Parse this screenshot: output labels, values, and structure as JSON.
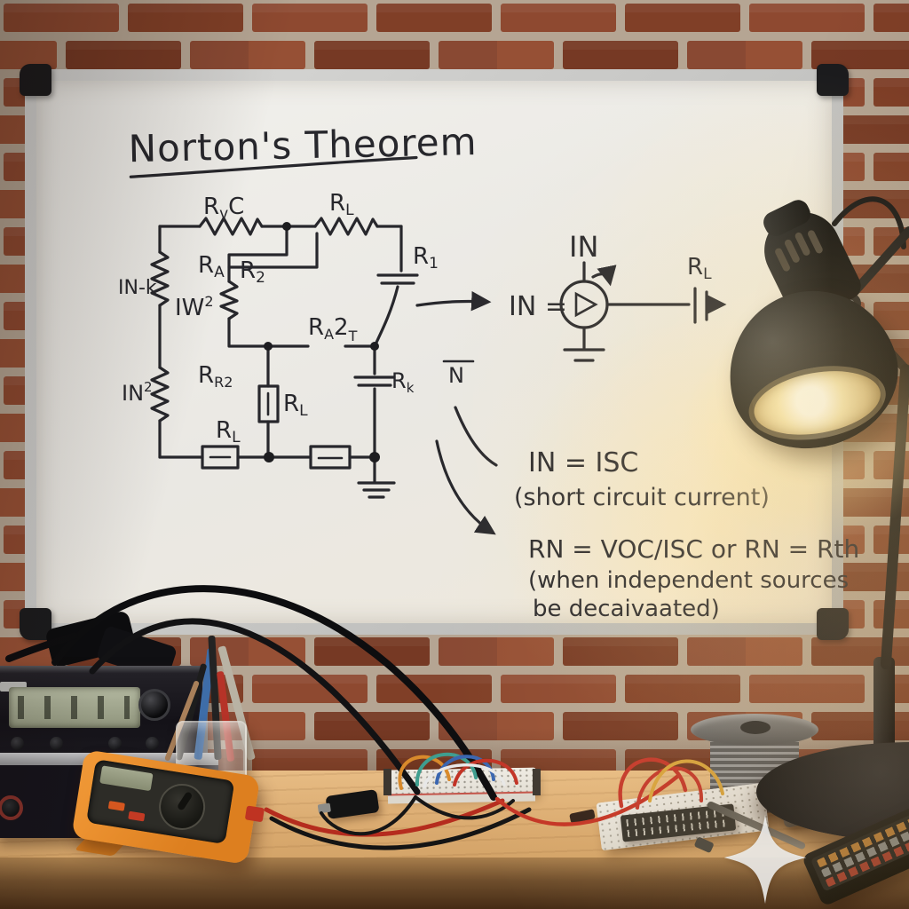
{
  "scene": {
    "objects": [
      "brick wall",
      "whiteboard",
      "desk lamp",
      "bench instrument",
      "orange multimeter",
      "pencil cup",
      "breadboard with jumper wires",
      "wire spool",
      "second breadboard with ruler",
      "metal tool",
      "handheld meter",
      "wooden desk",
      "watermark star"
    ]
  },
  "whiteboard": {
    "title": "Norton's Theorem",
    "labels": {
      "rvc": {
        "r": "R",
        "sub": "v",
        "rest": "C"
      },
      "rl": {
        "r": "R",
        "sub": "L"
      },
      "r1": {
        "r": "R",
        "sub": "1"
      },
      "ra": {
        "r": "R",
        "sub": "A"
      },
      "in_k": {
        "text": "IN-k"
      },
      "r2": {
        "r": "R",
        "sub": "2"
      },
      "iw2": {
        "base": "IW",
        "sup": "2"
      },
      "ra2t": {
        "r": "R",
        "sub": "A",
        "mid": "2",
        "sub2": "T"
      },
      "rr2": {
        "r": "R",
        "sub": "R2"
      },
      "in2": {
        "base": "IN",
        "sup": "2"
      },
      "rk": {
        "r": "R",
        "sub": "k"
      },
      "n_bar": {
        "text": "N"
      },
      "in_top": {
        "text": "IN"
      },
      "in_eq": {
        "text": "IN ="
      }
    },
    "equations": {
      "line1": "IN = ISC",
      "line2": "(short circuit current)",
      "line3": "RN = VOC/ISC or RN = Rth",
      "line4": "(when independent sources",
      "line5": "be decaivaated)"
    }
  },
  "colors": {
    "brick": "#96503a",
    "mortar": "#c7b9a7",
    "whiteboard": "#efeee9",
    "marker_ink": "#27272c",
    "desk_wood": "#d9a96e",
    "lamp_black": "#141414",
    "lamp_glow": "#ffe9b0",
    "multimeter_orange": "#e8872a"
  }
}
